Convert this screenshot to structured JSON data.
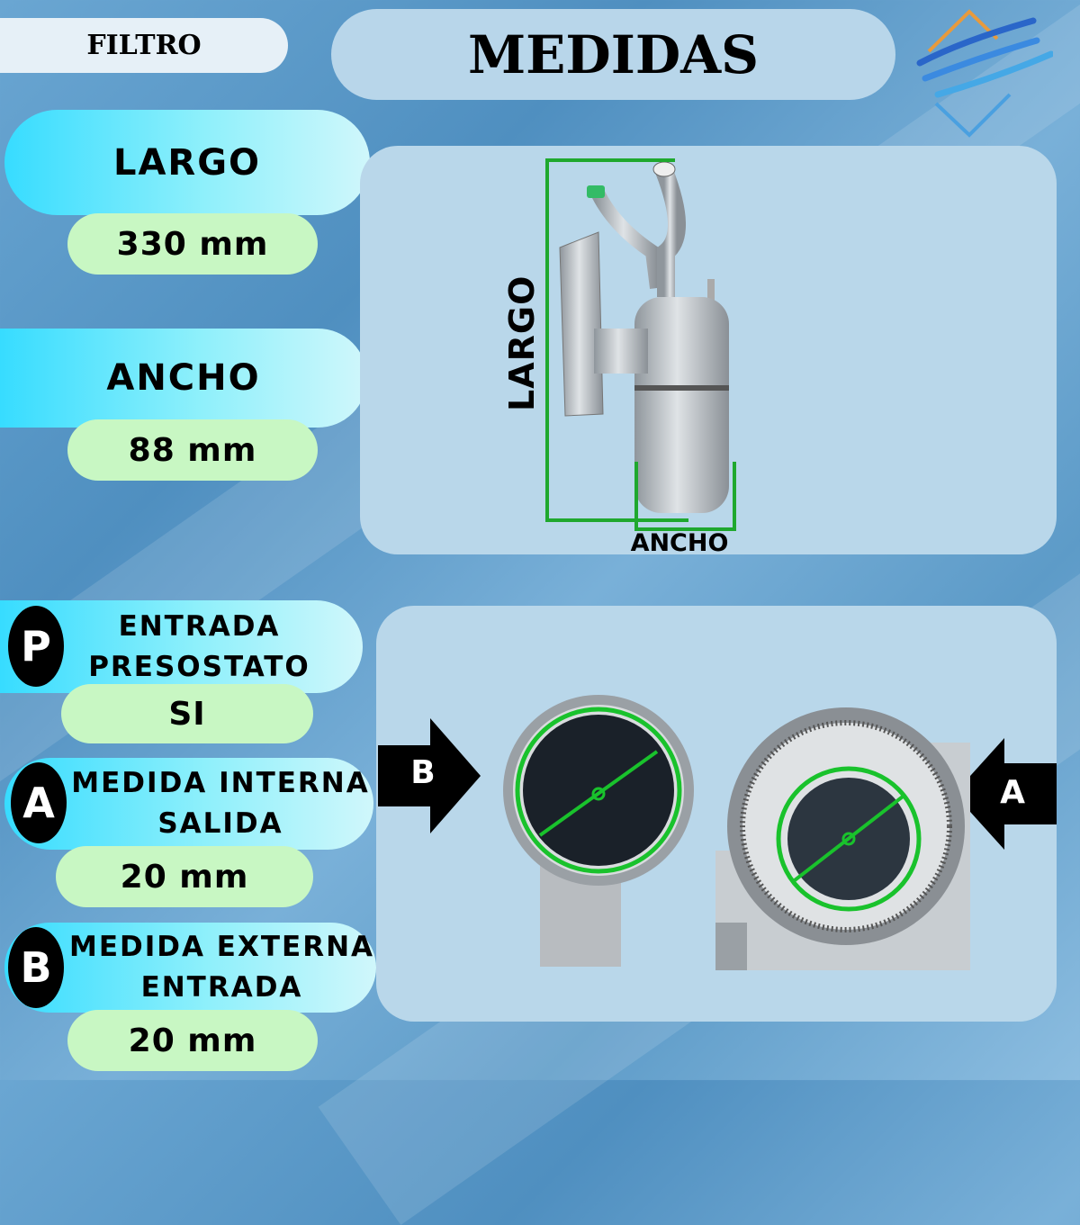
{
  "header": {
    "product": "FILTRO",
    "title": "MEDIDAS"
  },
  "specs": [
    {
      "label": "LARGO",
      "value": "330 mm"
    },
    {
      "label": "ANCHO",
      "value": "88 mm"
    },
    {
      "badge": "P",
      "label_lines": [
        "ENTRADA",
        "PRESOSTATO"
      ],
      "value": "SI"
    },
    {
      "badge": "A",
      "label_lines": [
        "MEDIDA INTERNA",
        "SALIDA"
      ],
      "value": "20 mm"
    },
    {
      "badge": "B",
      "label_lines": [
        "MEDIDA EXTERNA",
        "ENTRADA"
      ],
      "value": "20 mm"
    }
  ],
  "diagram": {
    "largo_label": "LARGO",
    "ancho_label": "ANCHO",
    "measure_color": "#1fa82e"
  },
  "ports": {
    "left_arrow": "B",
    "right_arrow": "A",
    "diameter_color": "#19c22c"
  }
}
